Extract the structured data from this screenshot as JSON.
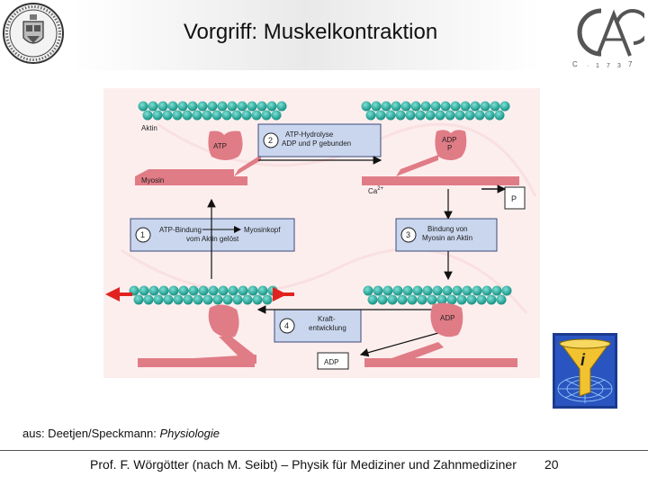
{
  "slide": {
    "title": "Vorgriff: Muskelkontraktion",
    "caption_prefix": "aus: Deetjen/Speckmann: ",
    "caption_source": "Physiologie",
    "footer": "Prof. F. Wörgötter (nach M. Seibt) – Physik für Mediziner und Zahnmediziner",
    "page_number": "20"
  },
  "diagram": {
    "labels": {
      "aktin": "Aktin",
      "myosin": "Myosin",
      "atp": "ATP",
      "adp_p_line1": "ADP",
      "adp_p_line2": "P",
      "ca": "Ca",
      "ca_superscript": "2+",
      "p_box": "P",
      "adp_head": "ADP",
      "adp_box": "ADP"
    },
    "steps": {
      "step1": {
        "number": "1",
        "line1": "ATP-Bindung",
        "line2": "Myosinkopf",
        "line3": "vom Aktin gelöst"
      },
      "step2": {
        "number": "2",
        "line1": "ATP-Hydrolyse",
        "line2": "ADP und P gebunden"
      },
      "step3": {
        "number": "3",
        "line1": "Bindung von",
        "line2": "Myosin an Aktin"
      },
      "step4": {
        "number": "4",
        "line1": "Kraft-",
        "line2": "entwicklung"
      }
    }
  },
  "colors": {
    "actin": "#1faa9c",
    "myosin": "#e07c86",
    "diagram_bg": "#fdeeee",
    "step_box": "#c9d6ee",
    "arrow_red": "#e0231f"
  },
  "icons": [
    "university-seal-icon",
    "cga-logo-icon",
    "info-funnel-icon"
  ]
}
